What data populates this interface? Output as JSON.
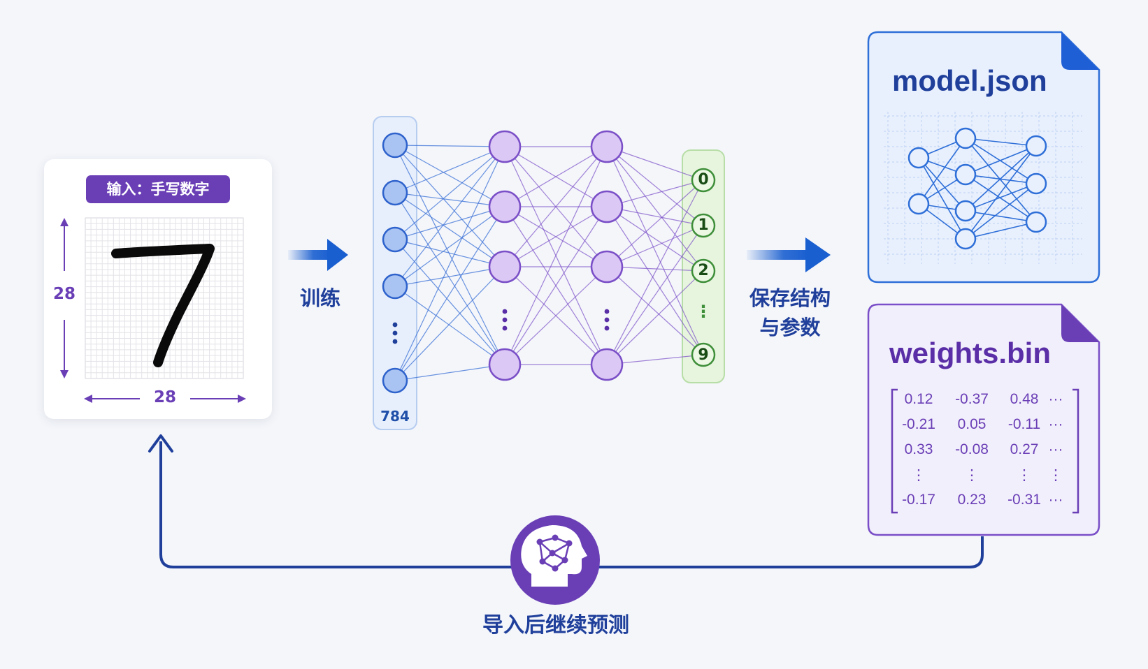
{
  "colors": {
    "input_accent": "#6a3fb6",
    "input_layer": "#a9c4f2",
    "hidden_layer": "#dcc8f5",
    "output_layer": "#dff2d6",
    "blue_dark": "#1f3f9b",
    "purple": "#6a3fb6",
    "green": "#3f8f3a"
  },
  "input_card": {
    "badge": "输入：手写数字",
    "grid_height_label": "28",
    "grid_width_label": "28",
    "digit": "7"
  },
  "train_label": "训练",
  "network": {
    "input_size_label": "784",
    "output_labels": [
      "0",
      "1",
      "2",
      "⋮",
      "9"
    ]
  },
  "save_label_line1": "保存结构",
  "save_label_line2": "与参数",
  "model_file": {
    "name": "model.json",
    "icon": "network-diagram-icon"
  },
  "weights_file": {
    "name": "weights.bin",
    "matrix": [
      [
        "0.12",
        "-0.37",
        "0.48",
        "···"
      ],
      [
        "-0.21",
        "0.05",
        "-0.11",
        "···"
      ],
      [
        "0.33",
        "-0.08",
        "0.27",
        "···"
      ],
      [
        "⋮",
        "⋮",
        "⋮",
        "⋮"
      ],
      [
        "-0.17",
        "0.23",
        "-0.31",
        "···"
      ]
    ]
  },
  "loop": {
    "icon": "brain-network-icon",
    "label": "导入后继续预测"
  }
}
